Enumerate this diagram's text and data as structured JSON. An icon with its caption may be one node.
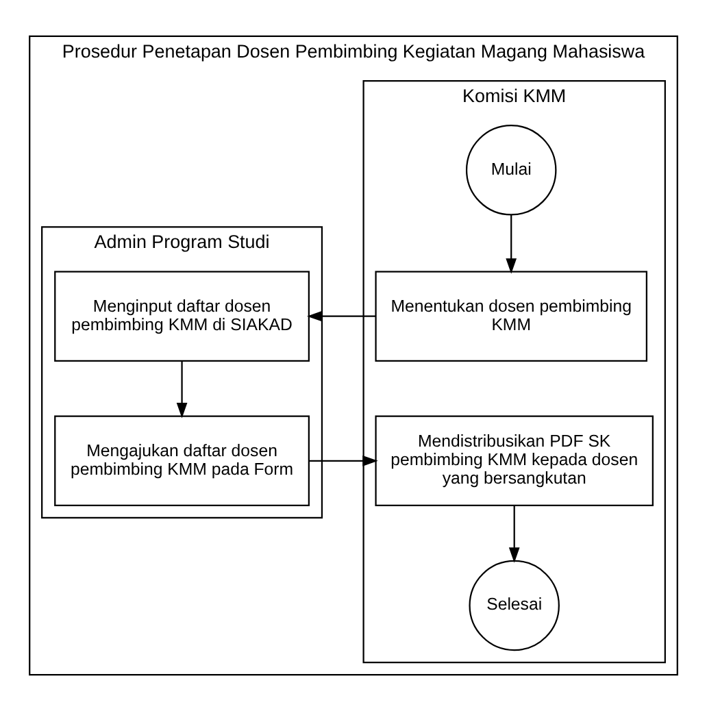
{
  "diagram": {
    "nodes": [
      {
        "text": [
          "Prosedur Penetapan Dosen Pembimbing Kegiatan Magang Mahasiswa"
        ]
      },
      {
        "text": [
          "Komisi KMM"
        ],
        "in": 0
      },
      {
        "text": [
          "Admin Program Studi"
        ],
        "in": 0
      },
      {
        "text": [
          "Mulai"
        ],
        "in": 1
      },
      {
        "text": [
          "Menentukan dosen pembimbing KMM"
        ],
        "in": 1
      },
      {
        "text": [
          "Menginput daftar dosen pembimbing KMM di SIAKAD"
        ],
        "in": 2
      },
      {
        "text": [
          "Mendistribusikan PDF SK pembimbing KMM kepada dosen yang bersangkutan"
        ],
        "in": 1
      },
      {
        "text": [
          "Mengajukan daftar dosen pembimbing KMM pada Form"
        ],
        "in": 2
      },
      {
        "text": [
          "Selesai"
        ],
        "in": 1
      }
    ],
    "edges": [
      {
        "from": 3,
        "to": 4,
        "arrow": "to"
      },
      {
        "from": 4,
        "to": 5,
        "arrow": "to"
      },
      {
        "from": 5,
        "to": 7,
        "arrow": "to"
      },
      {
        "from": 7,
        "to": 6,
        "arrow": "to"
      },
      {
        "from": 6,
        "to": 8,
        "arrow": "to"
      }
    ]
  }
}
